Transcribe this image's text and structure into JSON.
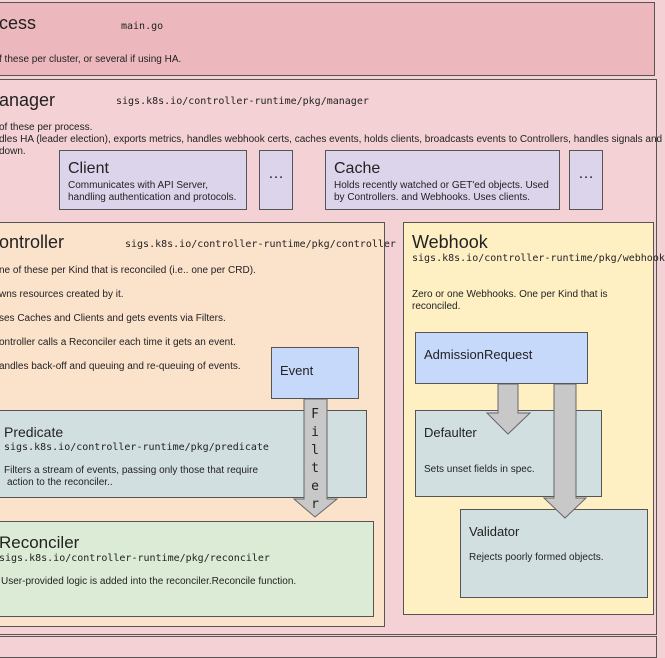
{
  "colors": {
    "process_bg": "#ecb8bd",
    "manager_bg": "#f3d1d5",
    "component_bg": "#dcd4ea",
    "controller_bg": "#fbe2cb",
    "webhook_bg": "#fff0c4",
    "event_bg": "#c6d9fb",
    "predicate_bg": "#d2dfe1",
    "reconciler_bg": "#dcebd6",
    "arrow": "#c8c8c8"
  },
  "process": {
    "title": "cess",
    "file": "main.go",
    "desc": "f these per cluster, or several if using HA."
  },
  "manager": {
    "title": "anager",
    "pkg": "sigs.k8s.io/controller-runtime/pkg/manager",
    "desc1": "of these per process.",
    "desc2": "dles HA (leader election), exports metrics, handles webhook certs, caches events, holds clients, broadcasts events to Controllers, handles signals and",
    "desc3": "down."
  },
  "client": {
    "title": "Client",
    "desc1": "Communicates with API Server,",
    "desc2": "handling authentication and protocols."
  },
  "client_more": "…",
  "cache": {
    "title": "Cache",
    "desc1": "Holds recently watched or GET'ed objects.   Used",
    "desc2": "by Controllers. and Webhooks.  Uses clients."
  },
  "cache_more": "…",
  "controller": {
    "title": "ontroller",
    "pkg": "sigs.k8s.io/controller-runtime/pkg/controller",
    "line1": "ne of these per Kind that is reconciled (i.e.. one per CRD).",
    "line2": "wns resources created by it.",
    "line3": "ses Caches and Clients and gets events via Filters.",
    "line4": "ontroller calls a Reconciler each time it gets an event.",
    "line5": "andles back-off and queuing and re-queuing of events."
  },
  "event": {
    "title": "Event"
  },
  "filter_label": [
    "F",
    "i",
    "l",
    "t",
    "e",
    "r"
  ],
  "predicate": {
    "title": "Predicate",
    "pkg": "sigs.k8s.io/controller-runtime/pkg/predicate",
    "desc1": "Filters a stream of events, passing only those that require",
    "desc2": "action to the reconciler.."
  },
  "reconciler": {
    "title": "Reconciler",
    "pkg": "sigs.k8s.io/controller-runtime/pkg/reconciler",
    "desc": "User-provided logic is added into the reconciler.Reconcile function."
  },
  "webhook": {
    "title": "Webhook",
    "pkg": "sigs.k8s.io/controller-runtime/pkg/webhook",
    "desc1": "Zero or one Webhooks.  One per Kind that is",
    "desc2": "reconciled."
  },
  "admission": {
    "title": "AdmissionRequest"
  },
  "defaulter": {
    "title": "Defaulter",
    "desc": "Sets unset fields in spec."
  },
  "validator": {
    "title": "Validator",
    "desc": "Rejects poorly formed objects."
  }
}
